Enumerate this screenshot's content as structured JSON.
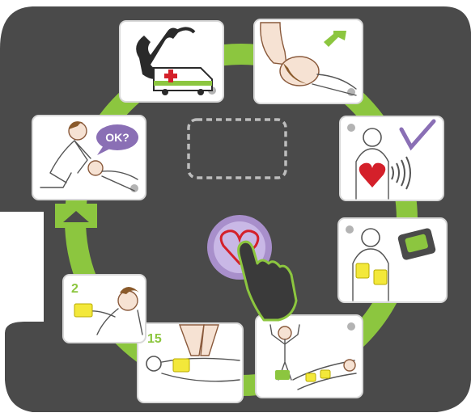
{
  "device": {
    "panel_color": "#4a4a4a",
    "ring_color": "#8cc63f",
    "accent_purple": "#8a6fb5",
    "pad_yellow": "#f3e83a",
    "heart_red": "#d4202a"
  },
  "steps": {
    "check_responsiveness": {
      "bubble_text": "OK?"
    },
    "call_for_help": {
      "icon": "phone-ambulance"
    },
    "open_airway": {
      "icon": "head-tilt"
    },
    "check_breathing": {
      "icon": "heart-signal-check"
    },
    "attach_pads": {
      "icon": "pads-and-device"
    },
    "stand_clear": {
      "icon": "hands-off"
    },
    "compressions": {
      "count_label": "15"
    },
    "rescue_breaths": {
      "count_label": "2"
    }
  },
  "controls": {
    "shock_button": {
      "icon": "heart-outline"
    },
    "pad_door": {
      "icon": "arrow-up"
    },
    "display": {
      "icon": "lcd-display"
    }
  }
}
